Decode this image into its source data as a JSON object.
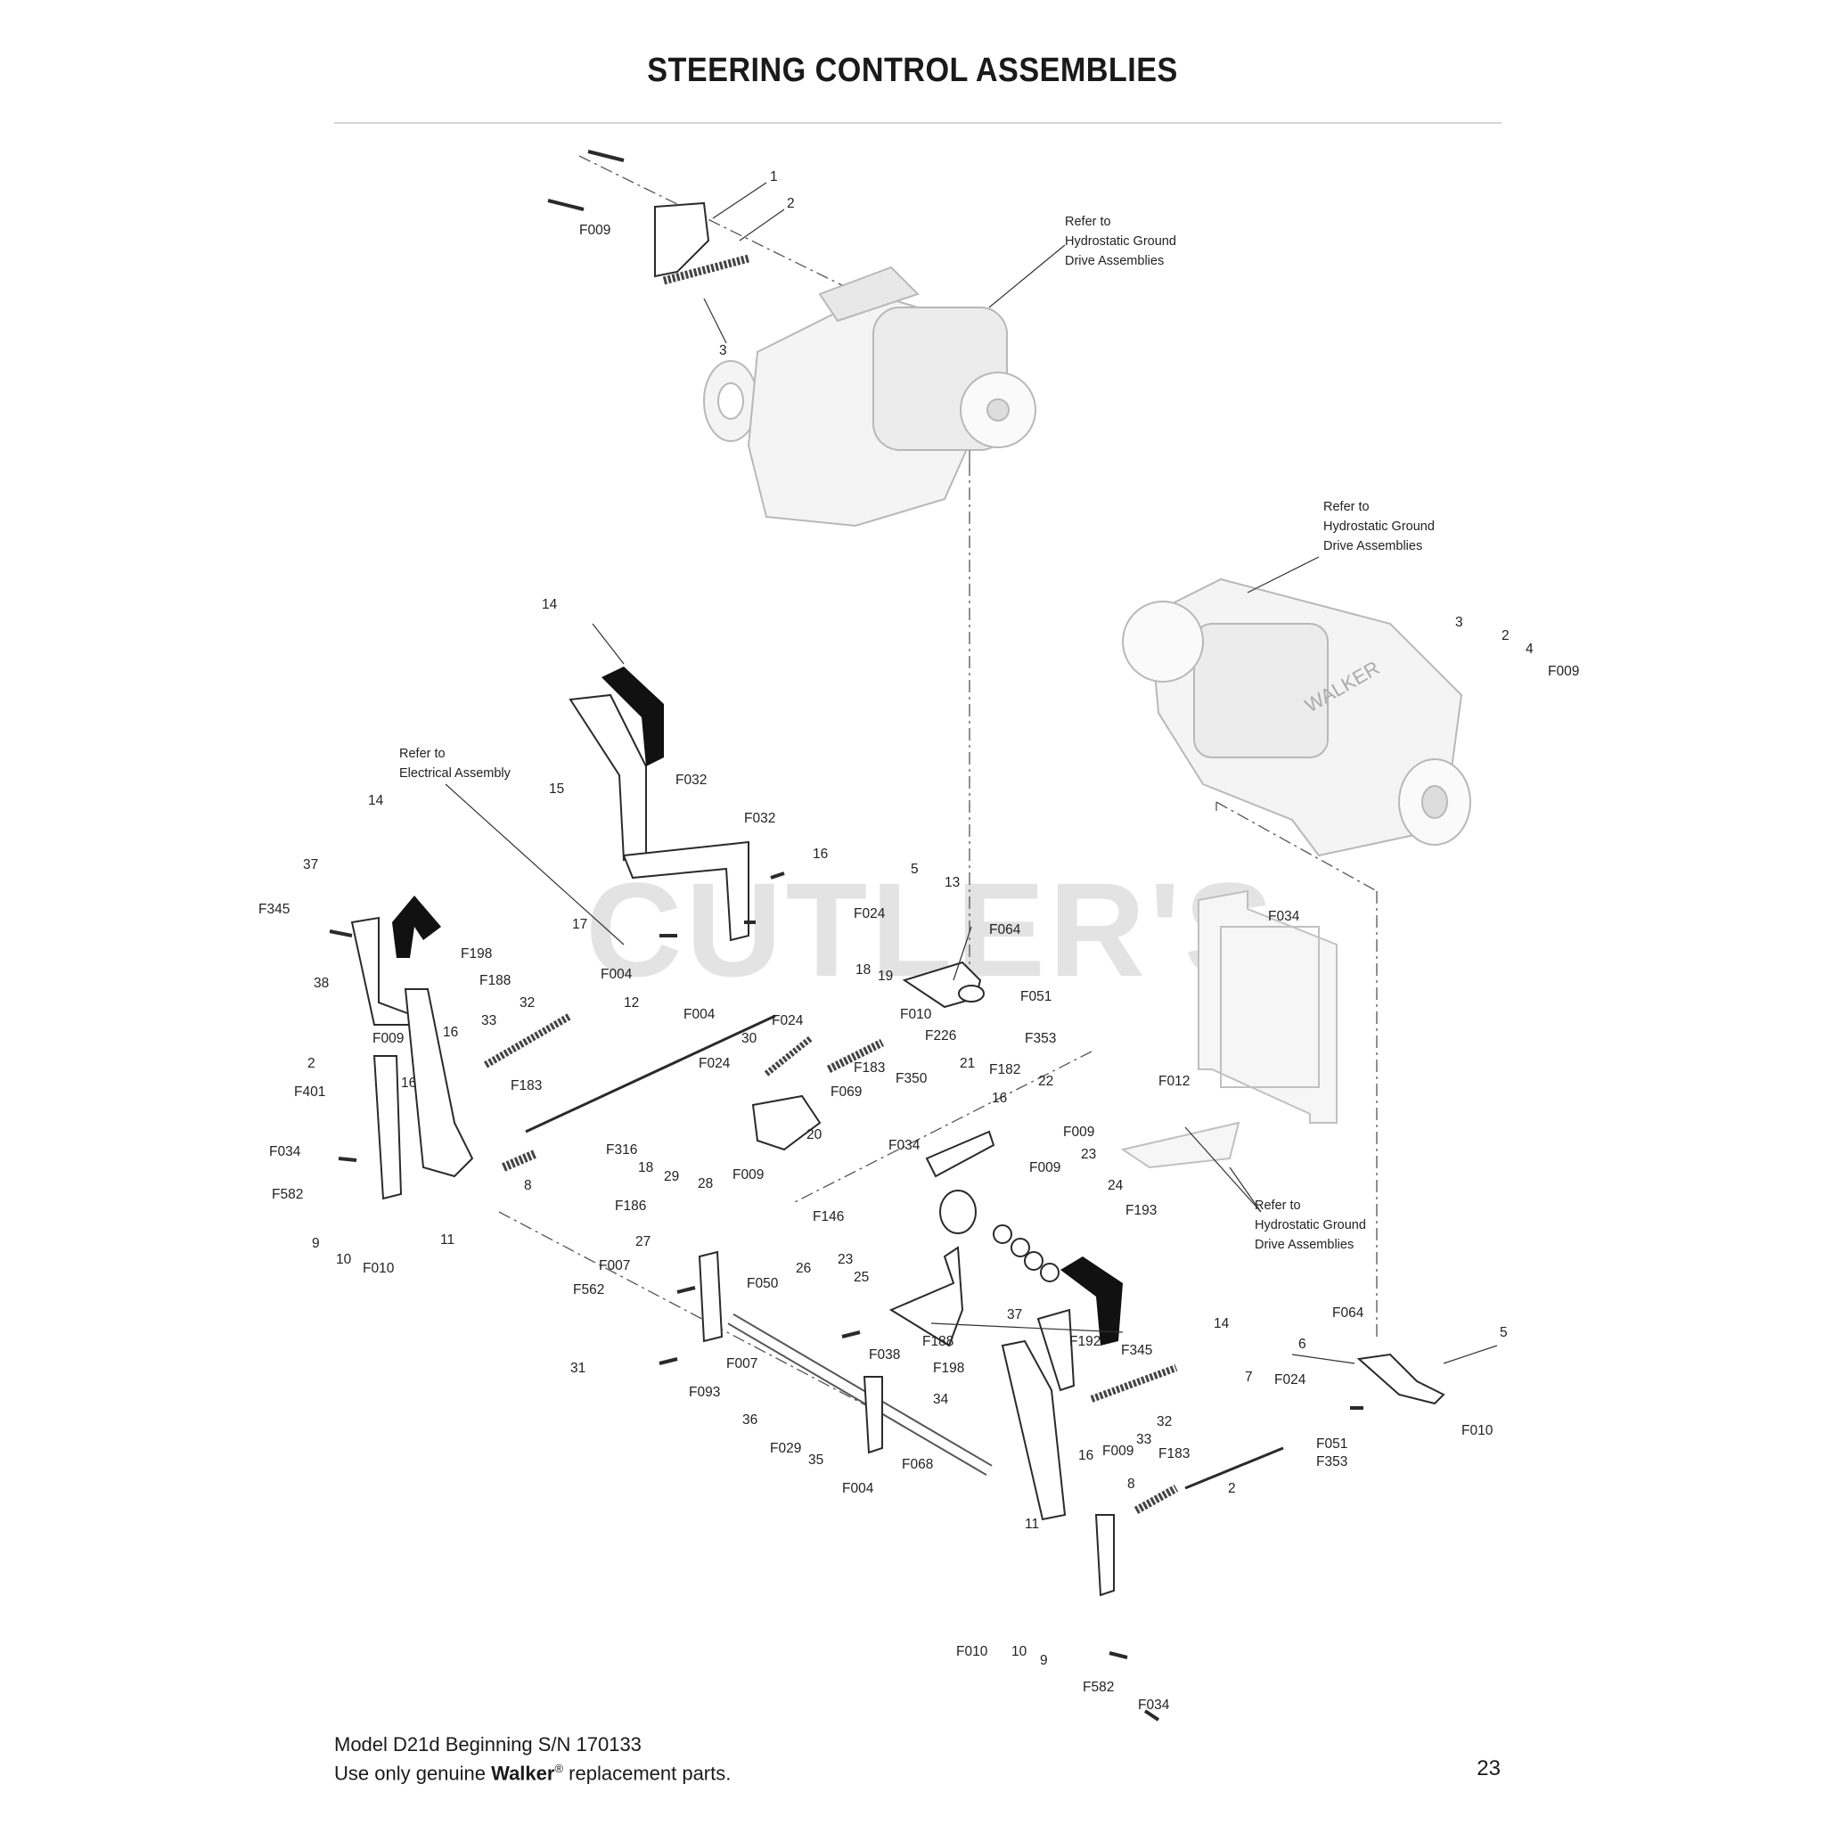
{
  "title": "STEERING CONTROL ASSEMBLIES",
  "watermark": "CUTLER'S",
  "notes": {
    "hydro_top": [
      "Refer to",
      "Hydrostatic Ground",
      "Drive Assemblies"
    ],
    "hydro_right": [
      "Refer to",
      "Hydrostatic Ground",
      "Drive Assemblies"
    ],
    "electrical": [
      "Refer to",
      "Electrical Assembly"
    ],
    "hydro_lower": [
      "Refer to",
      "Hydrostatic Ground",
      "Drive Assemblies"
    ]
  },
  "callouts": [
    "1",
    "2",
    "F009",
    "3",
    "14",
    "15",
    "F032",
    "F032",
    "16",
    "17",
    "F004",
    "37",
    "F345",
    "14",
    "38",
    "F198",
    "F188",
    "F009",
    "2",
    "F401",
    "16",
    "16",
    "33",
    "32",
    "F034",
    "F582",
    "9",
    "10",
    "F010",
    "11",
    "F183",
    "8",
    "12",
    "F024",
    "5",
    "13",
    "F064",
    "F004",
    "18",
    "19",
    "F010",
    "F051",
    "F353",
    "F024",
    "F226",
    "30",
    "F024",
    "F183",
    "F350",
    "F069",
    "21",
    "F182",
    "F316",
    "18",
    "29",
    "20",
    "16",
    "22",
    "F034",
    "F009",
    "F012",
    "F009",
    "23",
    "24",
    "F193",
    "28",
    "F186",
    "27",
    "F009",
    "F146",
    "26",
    "F050",
    "23",
    "25",
    "F007",
    "F562",
    "31",
    "F007",
    "F093",
    "F038",
    "F188",
    "F198",
    "37",
    "F192",
    "14",
    "F345",
    "36",
    "F029",
    "35",
    "F004",
    "F068",
    "34",
    "32",
    "33",
    "16",
    "F009",
    "F183",
    "8",
    "7",
    "11",
    "F010",
    "10",
    "9",
    "F582",
    "F034",
    "2",
    "F064",
    "6",
    "5",
    "F024",
    "F010",
    "F051",
    "F353",
    "3",
    "2",
    "4",
    "F009",
    "F034"
  ],
  "footer": {
    "model": "Model D21d Beginning S/N 170133",
    "line2_pre": "Use only genuine ",
    "brand": "Walker",
    "reg": "®",
    "line2_post": " replacement parts."
  },
  "page_number": "23"
}
